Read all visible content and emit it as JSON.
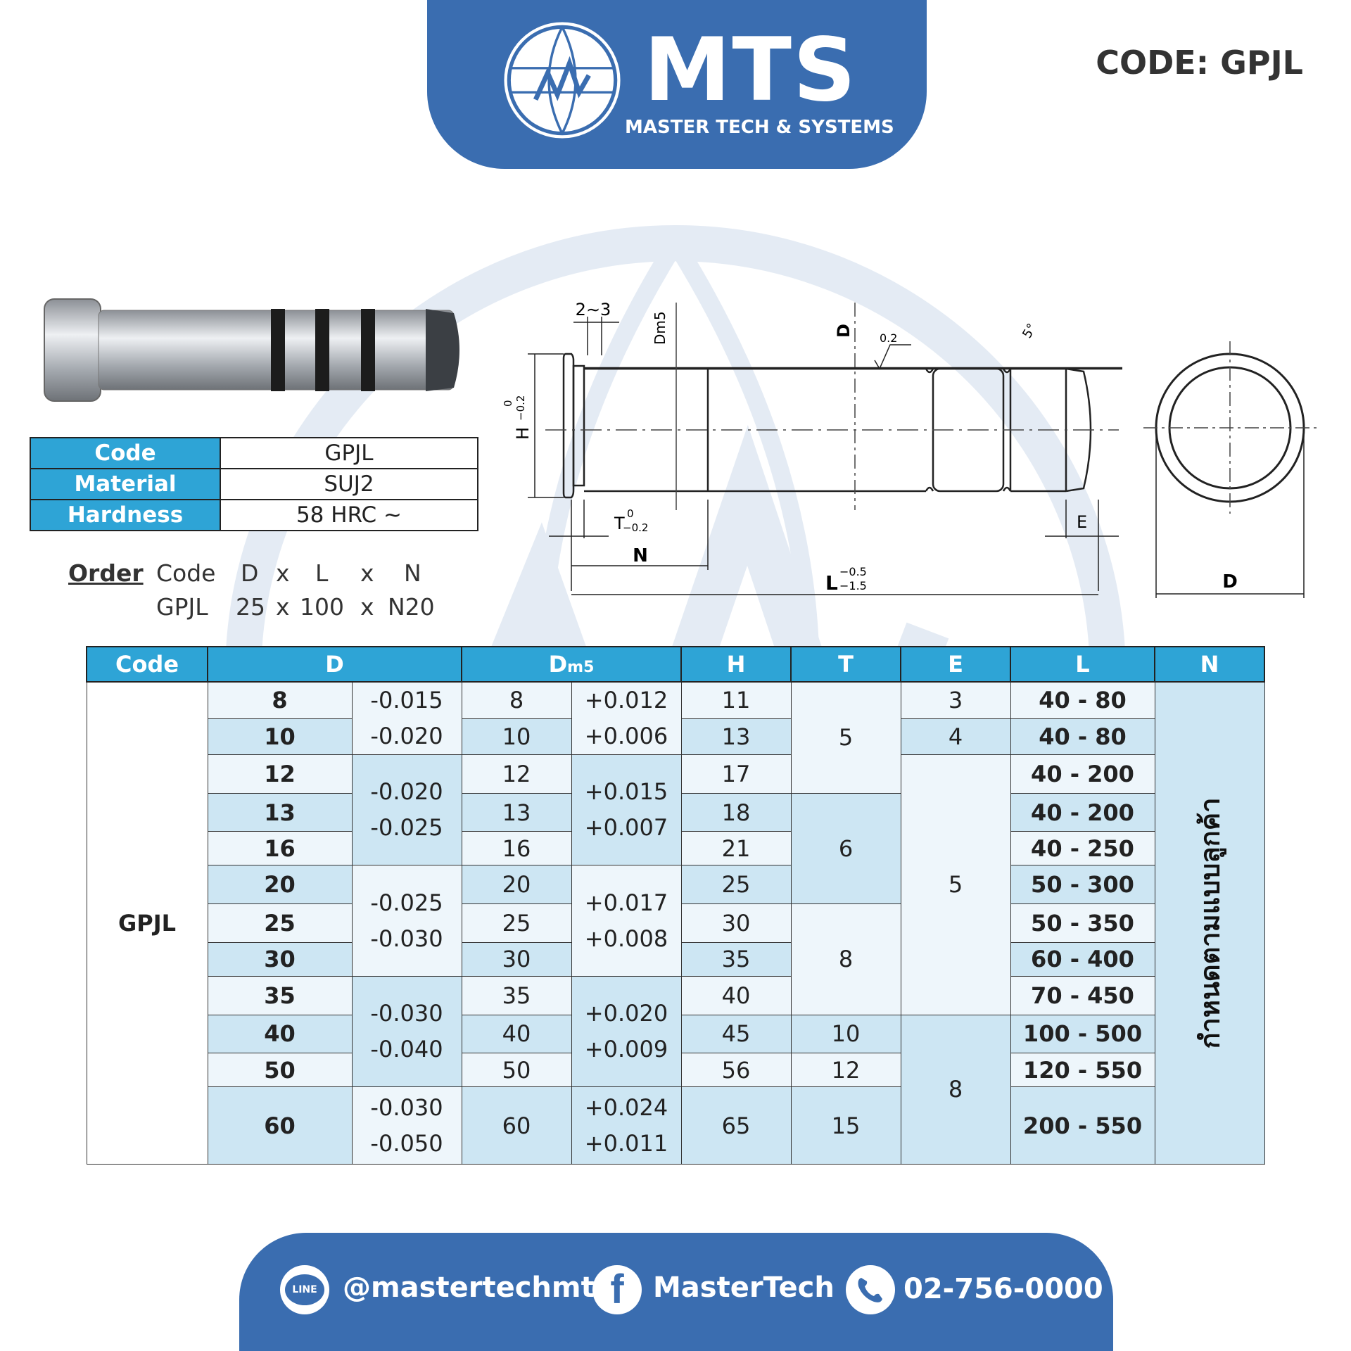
{
  "header": {
    "brand": "MTS",
    "tagline": "MASTER TECH & SYSTEMS",
    "code_title": "CODE: GPJL"
  },
  "spec": {
    "rows": [
      {
        "label": "Code",
        "value": "GPJL"
      },
      {
        "label": "Material",
        "value": "SUJ2"
      },
      {
        "label": "Hardness",
        "value": "58 HRC ~"
      }
    ]
  },
  "order": {
    "label": "Order",
    "row1": [
      "Code",
      "D",
      "x",
      "L",
      "x",
      "N"
    ],
    "row2": [
      "GPJL",
      "25",
      "x",
      "100",
      "x",
      "N20"
    ]
  },
  "drawing": {
    "chamfer": "2∼3",
    "dm5": "Dm5",
    "d": "D",
    "rough": "0.2",
    "angle": "5°",
    "h": "H",
    "h_tol_upper": "0",
    "h_tol_lower": "−0.2",
    "t": "T",
    "t_tol_upper": "0",
    "t_tol_lower": "−0.2",
    "e": "E",
    "n": "N",
    "l": "L",
    "l_tol_upper": "−0.5",
    "l_tol_lower": "−1.5",
    "end_d": "D"
  },
  "table": {
    "headers": {
      "code": "Code",
      "d": "D",
      "dm5_main": "D",
      "dm5_sub": "m5",
      "h": "H",
      "t": "T",
      "e": "E",
      "l": "L",
      "n": "N"
    },
    "code": "GPJL",
    "n_note": "กำหนดตามแบบลูกค้า",
    "d": [
      "8",
      "10",
      "12",
      "13",
      "16",
      "20",
      "25",
      "30",
      "35",
      "40",
      "50",
      "60"
    ],
    "dm5": [
      "8",
      "10",
      "12",
      "13",
      "16",
      "20",
      "25",
      "30",
      "35",
      "40",
      "50",
      "60"
    ],
    "h": [
      "11",
      "13",
      "17",
      "18",
      "21",
      "25",
      "30",
      "35",
      "40",
      "45",
      "56",
      "65"
    ],
    "l": [
      "40 - 80",
      "40 - 80",
      "40 - 200",
      "40 - 200",
      "40 - 250",
      "50 - 300",
      "50 - 350",
      "60 - 400",
      "70 - 450",
      "100 - 500",
      "120 - 550",
      "200 - 550"
    ],
    "d_tol": [
      [
        "-0.015",
        "-0.020"
      ],
      [
        "-0.020",
        "-0.025"
      ],
      [
        "-0.025",
        "-0.030"
      ],
      [
        "-0.030",
        "-0.040"
      ],
      [
        "-0.030",
        "-0.050"
      ]
    ],
    "dm5_tol": [
      [
        "+0.012",
        "+0.006"
      ],
      [
        "+0.015",
        "+0.007"
      ],
      [
        "+0.017",
        "+0.008"
      ],
      [
        "+0.020",
        "+0.009"
      ],
      [
        "+0.024",
        "+0.011"
      ]
    ],
    "t": [
      "5",
      "6",
      "8",
      "10",
      "12",
      "15"
    ],
    "e": [
      "3",
      "4",
      "5",
      "8"
    ]
  },
  "footer": {
    "line": "@mastertechmts",
    "facebook": "MasterTech",
    "phone": "02-756-0000",
    "line_icon_text": "LINE"
  }
}
